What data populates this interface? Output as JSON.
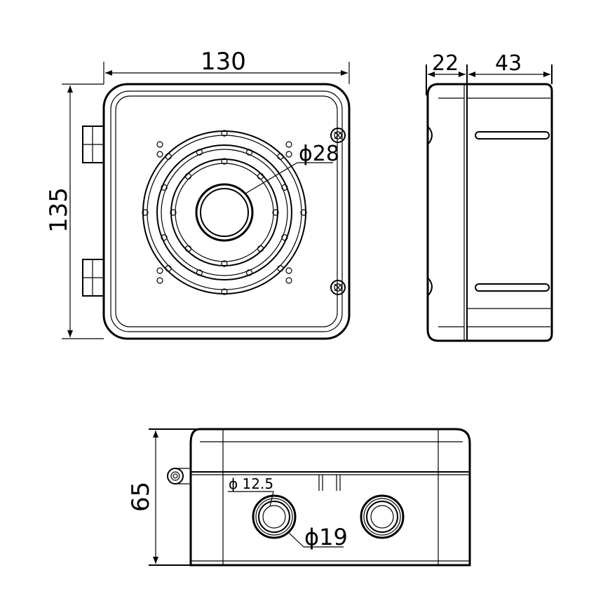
{
  "drawing": {
    "front_view": {
      "width_label": "130",
      "height_label": "135",
      "center_hole_label": "ϕ28"
    },
    "side_view": {
      "lid_depth_label": "22",
      "body_depth_label": "43"
    },
    "bottom_view": {
      "height_label": "65",
      "inner_hole_label": "ϕ 12.5",
      "outer_hole_label": "ϕ19"
    }
  }
}
